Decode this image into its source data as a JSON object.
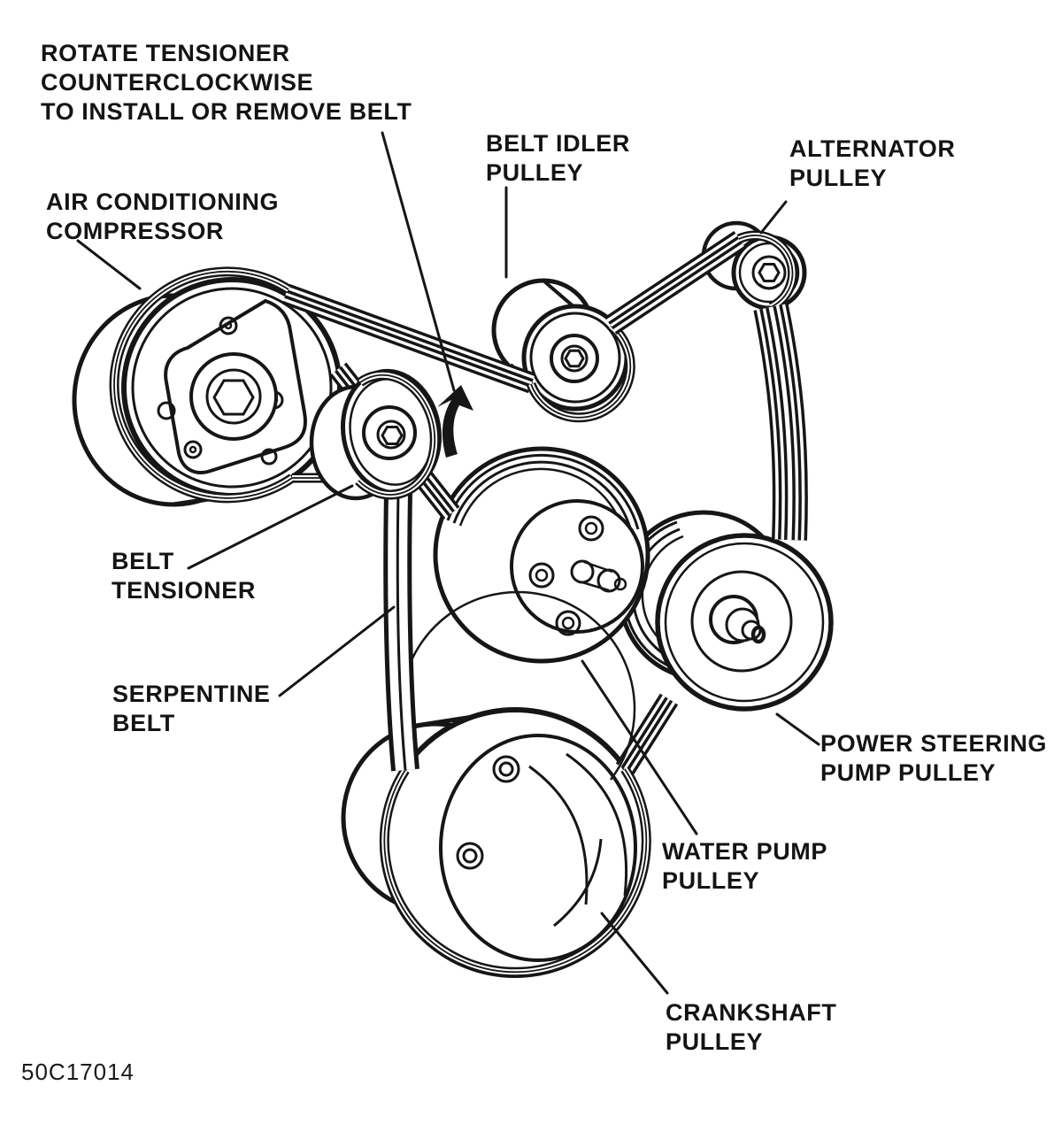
{
  "note": {
    "line1": "ROTATE TENSIONER",
    "line2": "COUNTERCLOCKWISE",
    "line3": "TO INSTALL OR REMOVE BELT"
  },
  "labels": {
    "belt_idler": {
      "line1": "BELT IDLER",
      "line2": "PULLEY"
    },
    "alternator": {
      "line1": "ALTERNATOR",
      "line2": "PULLEY"
    },
    "ac_compressor": {
      "line1": "AIR CONDITIONING",
      "line2": "COMPRESSOR"
    },
    "belt_tensioner": {
      "line1": "BELT",
      "line2": "TENSIONER"
    },
    "serpentine_belt": {
      "line1": "SERPENTINE",
      "line2": "BELT"
    },
    "power_steering": {
      "line1": "POWER STEERING",
      "line2": "PUMP PULLEY"
    },
    "water_pump": {
      "line1": "WATER PUMP",
      "line2": "PULLEY"
    },
    "crankshaft": {
      "line1": "CRANKSHAFT",
      "line2": "PULLEY"
    }
  },
  "figure_code": "50C17014",
  "colors": {
    "ink": "#161616",
    "background": "#ffffff"
  }
}
